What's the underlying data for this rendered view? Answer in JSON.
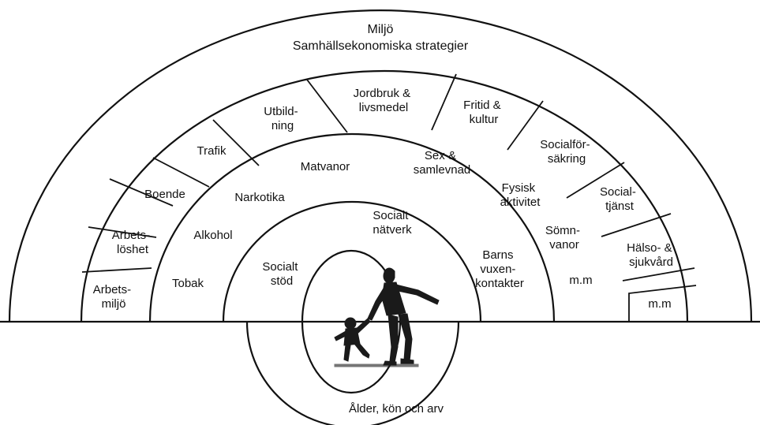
{
  "outer_band": {
    "line1": "Miljö",
    "line2": "Samhällsekonomiska strategier"
  },
  "living_conditions": [
    {
      "lines": [
        "Arbets-",
        "miljö"
      ]
    },
    {
      "lines": [
        "Arbets-",
        "löshet"
      ]
    },
    {
      "lines": [
        "Boende"
      ]
    },
    {
      "lines": [
        "Trafik"
      ]
    },
    {
      "lines": [
        "Utbild-",
        "ning"
      ]
    },
    {
      "lines": [
        "Jordbruk &",
        "livsmedel"
      ]
    },
    {
      "lines": [
        "Fritid &",
        "kultur"
      ]
    },
    {
      "lines": [
        "Socialför-",
        "säkring"
      ]
    },
    {
      "lines": [
        "Social-",
        "tjänst"
      ]
    },
    {
      "lines": [
        "Hälso- &",
        "sjukvård"
      ]
    },
    {
      "lines": [
        "m.m"
      ]
    }
  ],
  "lifestyle": [
    {
      "lines": [
        "Tobak"
      ]
    },
    {
      "lines": [
        "Alkohol"
      ]
    },
    {
      "lines": [
        "Narkotika"
      ]
    },
    {
      "lines": [
        "Matvanor"
      ]
    },
    {
      "lines": [
        "Sex &",
        "samlevnad"
      ]
    },
    {
      "lines": [
        "Fysisk",
        "aktivitet"
      ]
    },
    {
      "lines": [
        "Sömn-",
        "vanor"
      ]
    },
    {
      "lines": [
        "m.m"
      ]
    }
  ],
  "social_network": [
    {
      "lines": [
        "Socialt",
        "stöd"
      ]
    },
    {
      "lines": [
        "Socialt",
        "nätverk"
      ]
    },
    {
      "lines": [
        "Barns",
        "vuxen-",
        "kontakter"
      ]
    }
  ],
  "core": {
    "label": "Ålder, kön och arv",
    "image": "adult-leading-child-silhouette"
  },
  "colors": {
    "line": "#111111",
    "background": "#ffffff",
    "figure": "#1a1a1a"
  }
}
